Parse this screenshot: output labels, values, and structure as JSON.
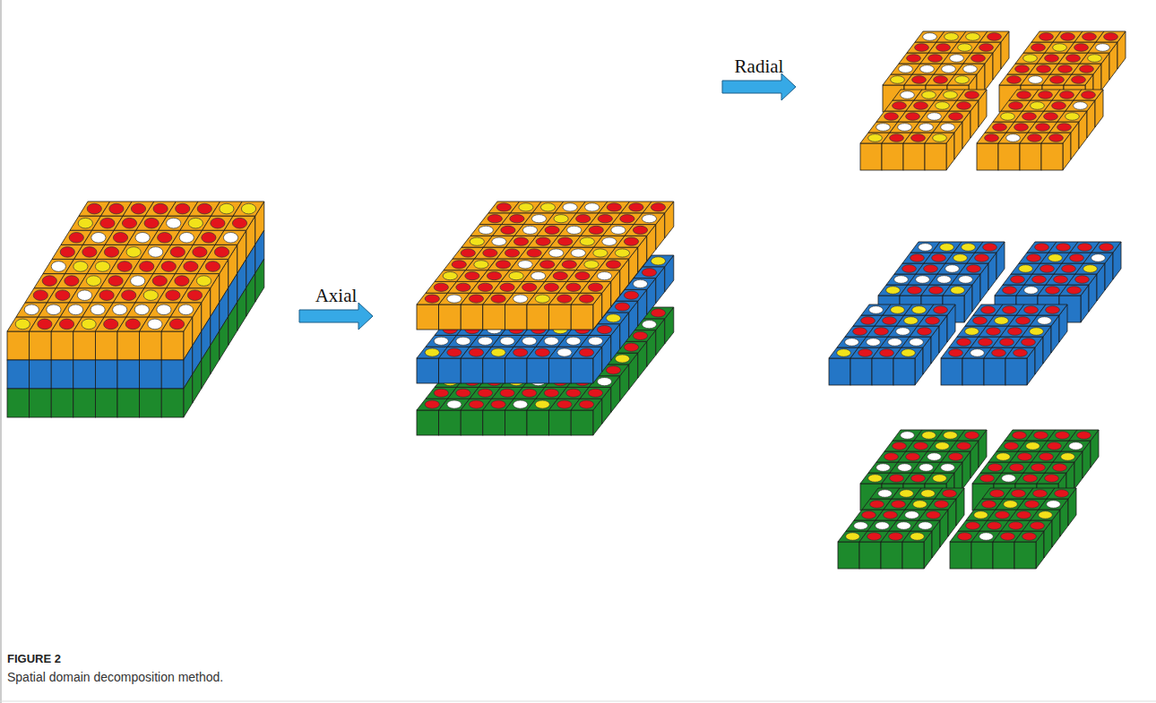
{
  "diagram": {
    "caption": "Spatial domain decomposition method.",
    "labels": [
      "Axial",
      "Radial",
      "FIGURE 2"
    ]
  }
}
